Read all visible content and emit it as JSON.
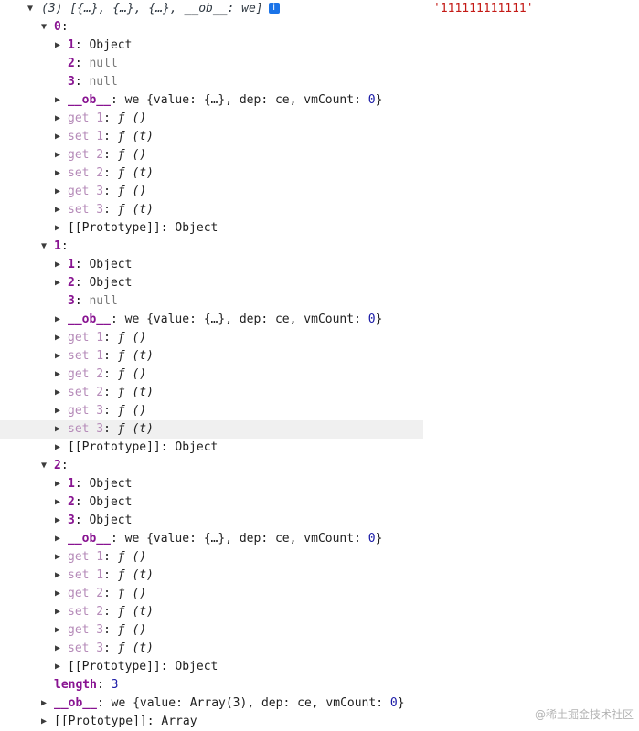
{
  "summary": {
    "count": "(3)",
    "preview": "[{…}, {…}, {…}, __ob__: we]",
    "info_icon": "info-icon",
    "info_glyph": "i"
  },
  "string_output": "'111111111111'",
  "glyphs": {
    "expanded": "▼",
    "collapsed": "▶"
  },
  "rows": [
    {
      "indent": 0,
      "arrow": "expanded",
      "name": "0",
      "nameStyle": "key",
      "value": "",
      "valueStyle": "plain"
    },
    {
      "indent": 1,
      "arrow": "collapsed",
      "name": "1",
      "nameStyle": "key",
      "value": "Object",
      "valueStyle": "plain"
    },
    {
      "indent": 1,
      "arrow": "",
      "name": "2",
      "nameStyle": "key",
      "value": "null",
      "valueStyle": "null"
    },
    {
      "indent": 1,
      "arrow": "",
      "name": "3",
      "nameStyle": "key",
      "value": "null",
      "valueStyle": "null"
    },
    {
      "indent": 1,
      "arrow": "collapsed",
      "name": "__ob__",
      "nameStyle": "key",
      "value": "we {value: {…}, dep: ce, vmCount: 0}",
      "valueStyle": "ob"
    },
    {
      "indent": 1,
      "arrow": "collapsed",
      "name": "get 1",
      "nameStyle": "dim",
      "value": "ƒ ()",
      "valueStyle": "func"
    },
    {
      "indent": 1,
      "arrow": "collapsed",
      "name": "set 1",
      "nameStyle": "dim",
      "value": "ƒ (t)",
      "valueStyle": "func"
    },
    {
      "indent": 1,
      "arrow": "collapsed",
      "name": "get 2",
      "nameStyle": "dim",
      "value": "ƒ ()",
      "valueStyle": "func"
    },
    {
      "indent": 1,
      "arrow": "collapsed",
      "name": "set 2",
      "nameStyle": "dim",
      "value": "ƒ (t)",
      "valueStyle": "func"
    },
    {
      "indent": 1,
      "arrow": "collapsed",
      "name": "get 3",
      "nameStyle": "dim",
      "value": "ƒ ()",
      "valueStyle": "func"
    },
    {
      "indent": 1,
      "arrow": "collapsed",
      "name": "set 3",
      "nameStyle": "dim",
      "value": "ƒ (t)",
      "valueStyle": "func"
    },
    {
      "indent": 1,
      "arrow": "collapsed",
      "name": "[[Prototype]]",
      "nameStyle": "plain",
      "value": "Object",
      "valueStyle": "plain"
    },
    {
      "indent": 0,
      "arrow": "expanded",
      "name": "1",
      "nameStyle": "key",
      "value": "",
      "valueStyle": "plain"
    },
    {
      "indent": 1,
      "arrow": "collapsed",
      "name": "1",
      "nameStyle": "key",
      "value": "Object",
      "valueStyle": "plain"
    },
    {
      "indent": 1,
      "arrow": "collapsed",
      "name": "2",
      "nameStyle": "key",
      "value": "Object",
      "valueStyle": "plain"
    },
    {
      "indent": 1,
      "arrow": "",
      "name": "3",
      "nameStyle": "key",
      "value": "null",
      "valueStyle": "null"
    },
    {
      "indent": 1,
      "arrow": "collapsed",
      "name": "__ob__",
      "nameStyle": "key",
      "value": "we {value: {…}, dep: ce, vmCount: 0}",
      "valueStyle": "ob"
    },
    {
      "indent": 1,
      "arrow": "collapsed",
      "name": "get 1",
      "nameStyle": "dim",
      "value": "ƒ ()",
      "valueStyle": "func"
    },
    {
      "indent": 1,
      "arrow": "collapsed",
      "name": "set 1",
      "nameStyle": "dim",
      "value": "ƒ (t)",
      "valueStyle": "func"
    },
    {
      "indent": 1,
      "arrow": "collapsed",
      "name": "get 2",
      "nameStyle": "dim",
      "value": "ƒ ()",
      "valueStyle": "func"
    },
    {
      "indent": 1,
      "arrow": "collapsed",
      "name": "set 2",
      "nameStyle": "dim",
      "value": "ƒ (t)",
      "valueStyle": "func"
    },
    {
      "indent": 1,
      "arrow": "collapsed",
      "name": "get 3",
      "nameStyle": "dim",
      "value": "ƒ ()",
      "valueStyle": "func"
    },
    {
      "indent": 1,
      "arrow": "collapsed",
      "name": "set 3",
      "nameStyle": "dim",
      "value": "ƒ (t)",
      "valueStyle": "func",
      "hover": true
    },
    {
      "indent": 1,
      "arrow": "collapsed",
      "name": "[[Prototype]]",
      "nameStyle": "plain",
      "value": "Object",
      "valueStyle": "plain"
    },
    {
      "indent": 0,
      "arrow": "expanded",
      "name": "2",
      "nameStyle": "key",
      "value": "",
      "valueStyle": "plain"
    },
    {
      "indent": 1,
      "arrow": "collapsed",
      "name": "1",
      "nameStyle": "key",
      "value": "Object",
      "valueStyle": "plain"
    },
    {
      "indent": 1,
      "arrow": "collapsed",
      "name": "2",
      "nameStyle": "key",
      "value": "Object",
      "valueStyle": "plain"
    },
    {
      "indent": 1,
      "arrow": "collapsed",
      "name": "3",
      "nameStyle": "key",
      "value": "Object",
      "valueStyle": "plain"
    },
    {
      "indent": 1,
      "arrow": "collapsed",
      "name": "__ob__",
      "nameStyle": "key",
      "value": "we {value: {…}, dep: ce, vmCount: 0}",
      "valueStyle": "ob"
    },
    {
      "indent": 1,
      "arrow": "collapsed",
      "name": "get 1",
      "nameStyle": "dim",
      "value": "ƒ ()",
      "valueStyle": "func"
    },
    {
      "indent": 1,
      "arrow": "collapsed",
      "name": "set 1",
      "nameStyle": "dim",
      "value": "ƒ (t)",
      "valueStyle": "func"
    },
    {
      "indent": 1,
      "arrow": "collapsed",
      "name": "get 2",
      "nameStyle": "dim",
      "value": "ƒ ()",
      "valueStyle": "func"
    },
    {
      "indent": 1,
      "arrow": "collapsed",
      "name": "set 2",
      "nameStyle": "dim",
      "value": "ƒ (t)",
      "valueStyle": "func"
    },
    {
      "indent": 1,
      "arrow": "collapsed",
      "name": "get 3",
      "nameStyle": "dim",
      "value": "ƒ ()",
      "valueStyle": "func"
    },
    {
      "indent": 1,
      "arrow": "collapsed",
      "name": "set 3",
      "nameStyle": "dim",
      "value": "ƒ (t)",
      "valueStyle": "func"
    },
    {
      "indent": 1,
      "arrow": "collapsed",
      "name": "[[Prototype]]",
      "nameStyle": "plain",
      "value": "Object",
      "valueStyle": "plain"
    },
    {
      "indent": 0,
      "arrow": "",
      "name": "length",
      "nameStyle": "key",
      "value": "3",
      "valueStyle": "number"
    },
    {
      "indent": -1,
      "arrow": "collapsed",
      "name": "__ob__",
      "nameStyle": "key",
      "value": "we {value: Array(3), dep: ce, vmCount: 0}",
      "valueStyle": "ob"
    },
    {
      "indent": -1,
      "arrow": "collapsed",
      "name": "[[Prototype]]",
      "nameStyle": "plain",
      "value": "Array",
      "valueStyle": "plain"
    }
  ],
  "watermark": "@稀土掘金技术社区"
}
